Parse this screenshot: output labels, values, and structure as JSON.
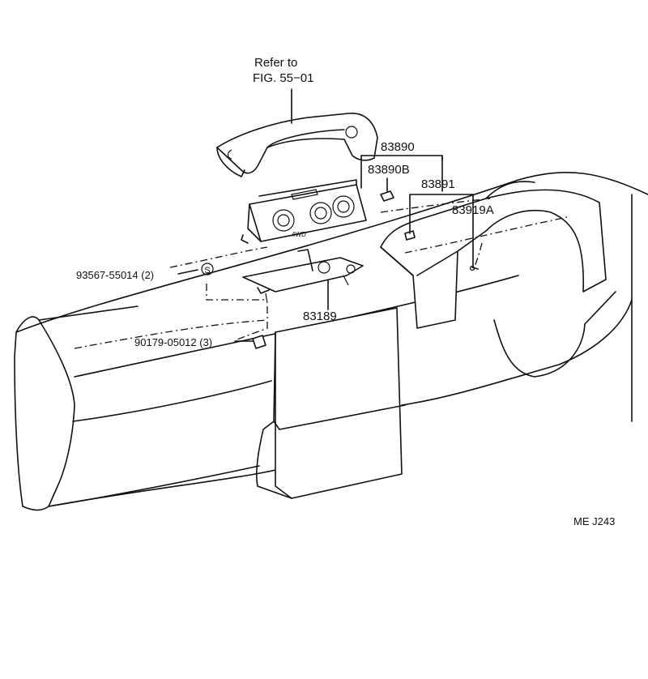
{
  "refer_line1": "Refer to",
  "refer_line2": "FIG. 55−01",
  "parts": {
    "p83890": "83890",
    "p83890B": "83890B",
    "p83891": "83891",
    "p83919A": "83919A",
    "p93567": "93567-55014 (2)",
    "p83189": "83189",
    "p90179": "90179-05012 (3)"
  },
  "clip_symbol": "S",
  "drawing_code": "ME J243"
}
